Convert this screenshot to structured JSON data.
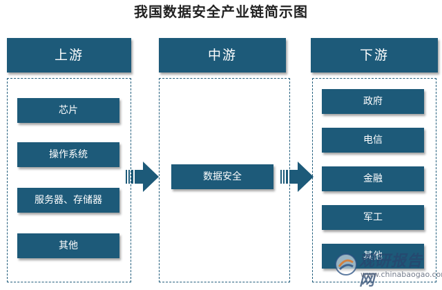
{
  "title": "我国数据安全产业链简示图",
  "columns": {
    "upstream": {
      "header": "上游",
      "items": [
        "芯片",
        "操作系统",
        "服务器、存储器",
        "其他"
      ]
    },
    "midstream": {
      "header": "中游",
      "items": [
        "数据安全"
      ]
    },
    "downstream": {
      "header": "下游",
      "items": [
        "政府",
        "电信",
        "金融",
        "军工",
        "其他"
      ]
    }
  },
  "watermark": {
    "name": "观研报告网",
    "url": "www.chinabaogao.com"
  },
  "colors": {
    "box": "#1d5a79",
    "text": "#ffffff"
  }
}
